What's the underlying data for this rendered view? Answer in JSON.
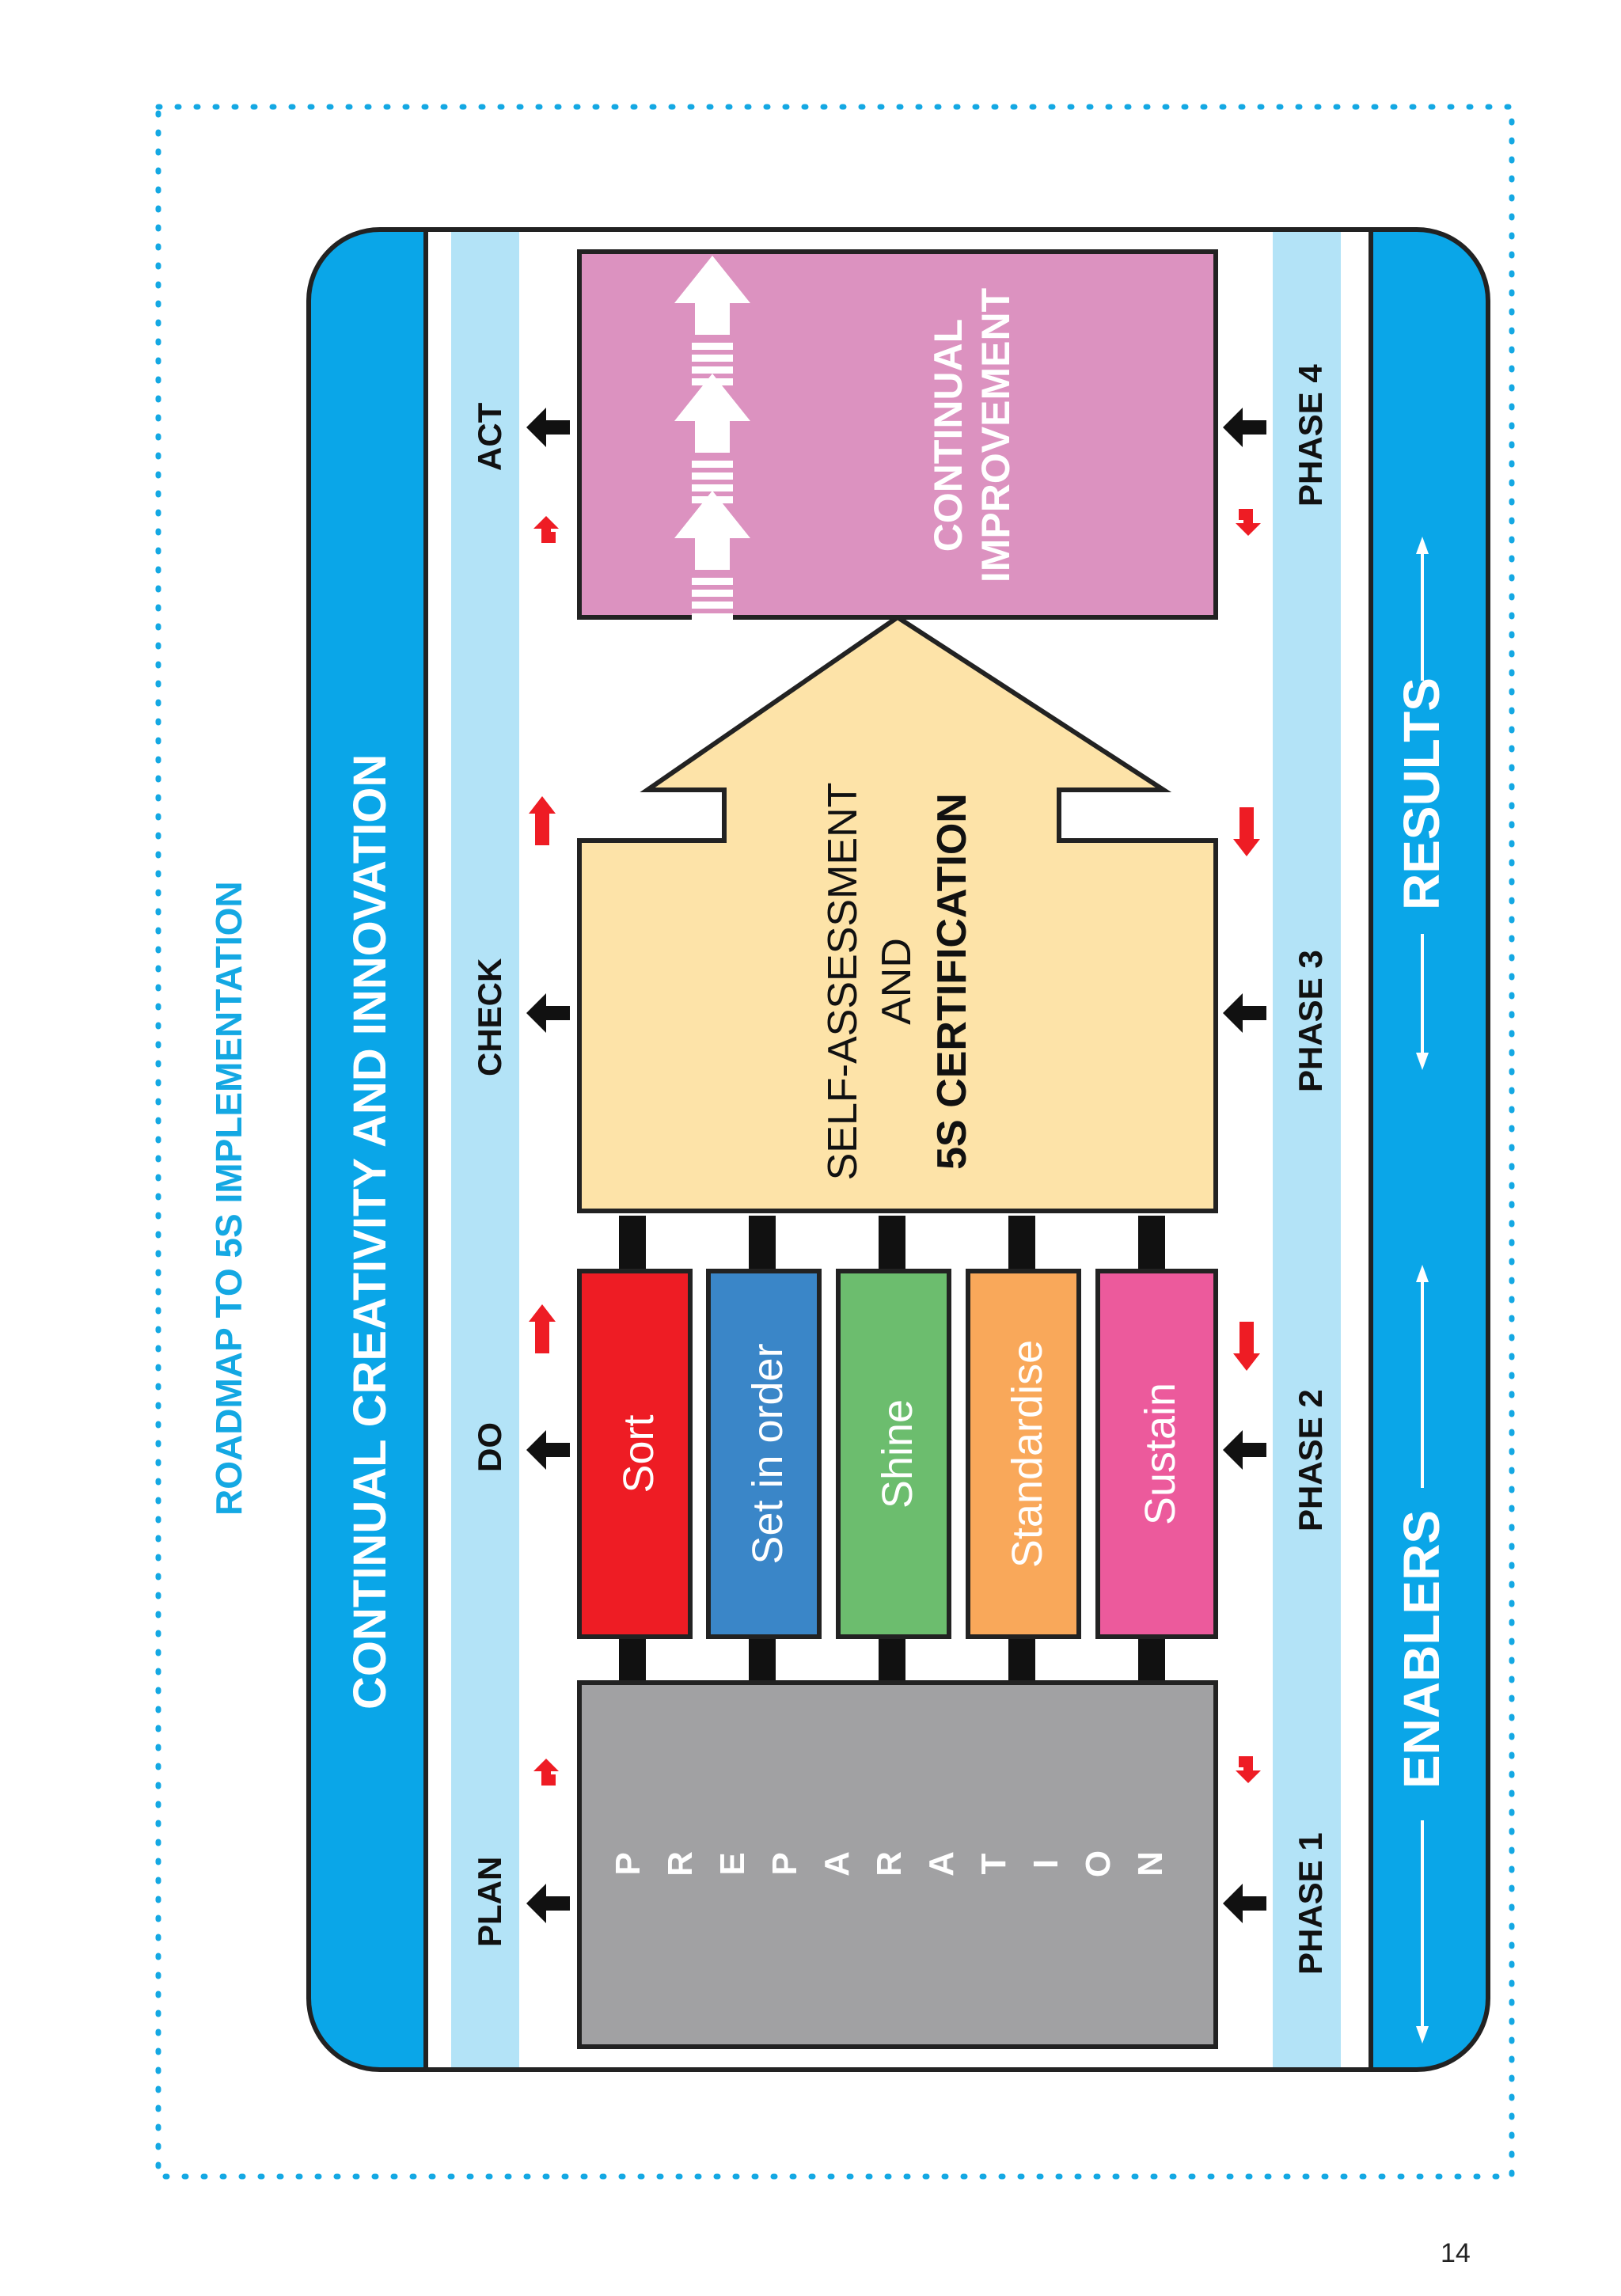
{
  "page_title": "ROADMAP TO 5S IMPLEMENTATION",
  "top_band": "CONTINUAL CREATIVITY AND INNOVATION",
  "pdca": {
    "plan": "PLAN",
    "do": "DO",
    "check": "CHECK",
    "act": "ACT"
  },
  "phases": {
    "p1": "PHASE 1",
    "p2": "PHASE 2",
    "p3": "PHASE 3",
    "p4": "PHASE 4"
  },
  "preparation_letters": [
    "P",
    "R",
    "E",
    "P",
    "A",
    "R",
    "A",
    "T",
    "I",
    "O",
    "N"
  ],
  "five_s": [
    "Sort",
    "Set in order",
    "Shine",
    "Standardise",
    "Sustain"
  ],
  "self_assessment": {
    "line1": "SELF-ASSESSMENT",
    "line2": "AND",
    "line3": "5S CERTIFICATION"
  },
  "continual_improvement": {
    "line1": "CONTINUAL",
    "line2": "IMPROVEMENT"
  },
  "bottom_band": {
    "left": "ENABLERS",
    "right": "RESULTS"
  },
  "page_number": "14",
  "colors": {
    "outer_blue": "#0aa6e8",
    "light_blue": "#b3e3f7",
    "grey": "#a1a1a3",
    "sort": "#ee1c24",
    "set_in_order": "#3a86c8",
    "shine": "#6cbd6e",
    "standardise": "#f9a85a",
    "sustain": "#ec5a9c",
    "self_assessment": "#fde3a8",
    "improvement": "#dc92c0",
    "title_blue": "#14a8e3",
    "red_arrow": "#ee1c24"
  }
}
